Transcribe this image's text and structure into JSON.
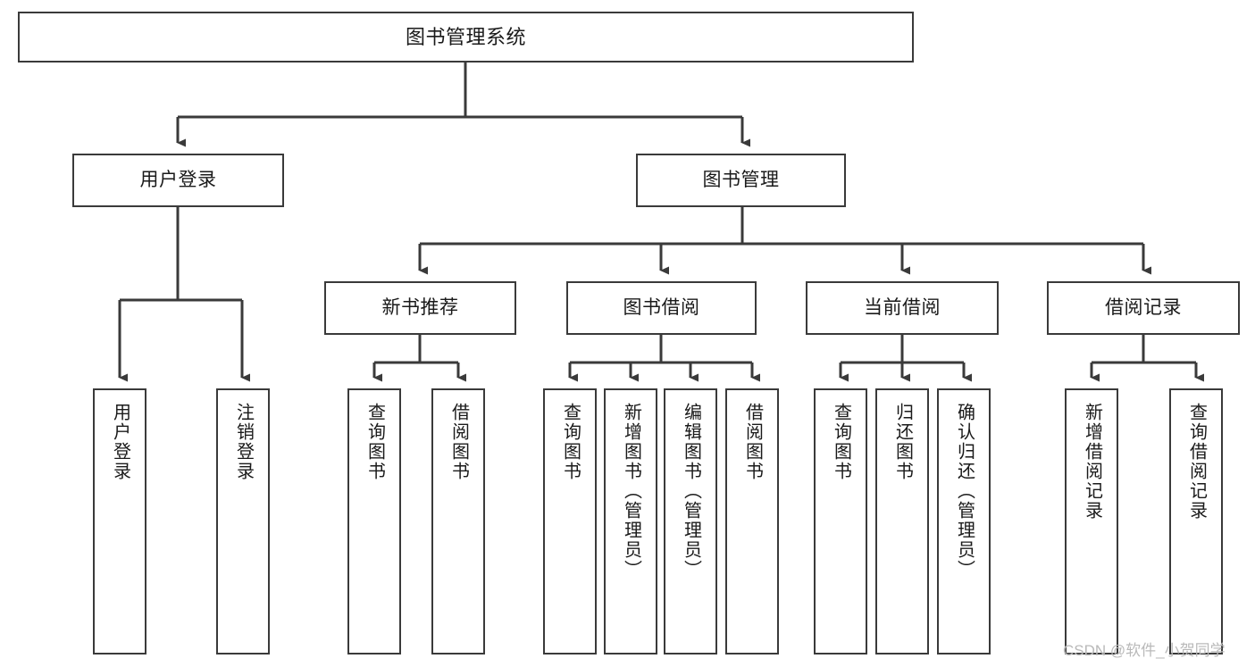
{
  "diagram": {
    "title": "图书管理系统",
    "type": "功能结构图",
    "colors": {
      "box_border": "#3a3a3a",
      "box_fill": "#ffffff",
      "connector": "#3a3a3a",
      "text": "#1a1a1a",
      "watermark": "#b9b9b9",
      "background": "#ffffff"
    }
  },
  "watermark": {
    "text": "CSDN @软件_小贺同学"
  },
  "nodes": {
    "root": {
      "label": "图书管理系统"
    },
    "level2": [
      {
        "id": "user-login",
        "label": "用户登录"
      },
      {
        "id": "book-manage",
        "label": "图书管理"
      }
    ],
    "level3": [
      {
        "id": "new-book-recommend",
        "label": "新书推荐"
      },
      {
        "id": "book-borrow",
        "label": "图书借阅"
      },
      {
        "id": "current-borrow",
        "label": "当前借阅"
      },
      {
        "id": "borrow-record",
        "label": "借阅记录"
      }
    ],
    "leaves": [
      {
        "id": "leaf-user-login",
        "label": "用户登录",
        "parent": "user-login"
      },
      {
        "id": "leaf-logout-login",
        "label": "注销登录",
        "parent": "user-login"
      },
      {
        "id": "leaf-query-book-1",
        "label": "查询图书",
        "parent": "new-book-recommend"
      },
      {
        "id": "leaf-borrow-book-1",
        "label": "借阅图书",
        "parent": "new-book-recommend"
      },
      {
        "id": "leaf-query-book-2",
        "label": "查询图书",
        "parent": "book-borrow"
      },
      {
        "id": "leaf-add-book",
        "label": "新增图书（管理员）",
        "parent": "book-borrow"
      },
      {
        "id": "leaf-edit-book",
        "label": "编辑图书（管理员）",
        "parent": "book-borrow"
      },
      {
        "id": "leaf-borrow-book-2",
        "label": "借阅图书",
        "parent": "book-borrow"
      },
      {
        "id": "leaf-query-book-3",
        "label": "查询图书",
        "parent": "current-borrow"
      },
      {
        "id": "leaf-return-book",
        "label": "归还图书",
        "parent": "current-borrow"
      },
      {
        "id": "leaf-confirm-return",
        "label": "确认归还（管理员）",
        "parent": "current-borrow"
      },
      {
        "id": "leaf-add-record",
        "label": "新增借阅记录",
        "parent": "borrow-record"
      },
      {
        "id": "leaf-query-record",
        "label": "查询借阅记录",
        "parent": "borrow-record"
      }
    ]
  }
}
